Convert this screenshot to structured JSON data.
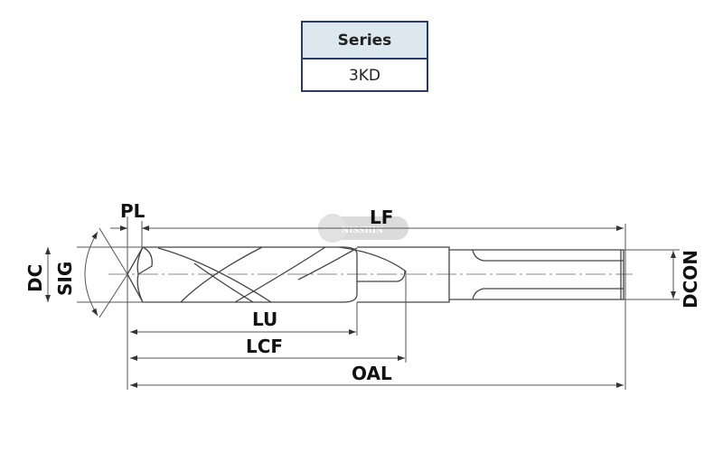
{
  "series_table": {
    "header": "Series",
    "value": "3KD"
  },
  "diagram": {
    "labels": {
      "pl": "PL",
      "lf": "LF",
      "dc": "DC",
      "sig": "SIG",
      "lu": "LU",
      "lcf": "LCF",
      "oal": "OAL",
      "dcon": "DCON"
    },
    "watermark": "NISSHIN",
    "colors": {
      "table_border": "#2b3a6e",
      "table_header_bg": "#dce7ee",
      "line": "#444444"
    }
  }
}
